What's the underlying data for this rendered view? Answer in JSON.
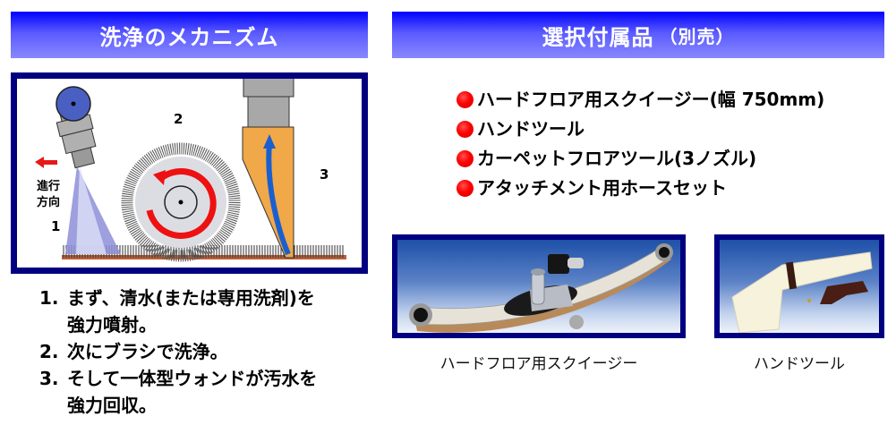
{
  "left_section": {
    "title": "洗浄のメカニズム",
    "diagram": {
      "labels": {
        "step1": "1",
        "step2": "2",
        "step3": "3",
        "direction_line1": "進行",
        "direction_line2": "方向"
      }
    },
    "steps": [
      {
        "num": "1.",
        "line1": "まず、清水(または専用洗剤)を",
        "line2": "強力噴射。"
      },
      {
        "num": "2.",
        "line1": "次にブラシで洗浄。",
        "line2": ""
      },
      {
        "num": "3.",
        "line1": "そして一体型ウォンドが汚水を",
        "line2": "強力回収。"
      }
    ]
  },
  "right_section": {
    "title": "選択付属品",
    "title_suffix": "（別売）",
    "items": [
      {
        "label": "ハードフロア用スクイージー(幅 750mm)"
      },
      {
        "label": "ハンドツール"
      },
      {
        "label": "カーペットフロアツール(3ノズル)"
      },
      {
        "label": "アタッチメント用ホースセット"
      }
    ],
    "photos": [
      {
        "caption": "ハードフロア用スクイージー"
      },
      {
        "caption": "ハンドツール"
      }
    ]
  },
  "colors": {
    "header_top": "#0000ff",
    "header_bottom": "#8888ff",
    "frame": "#000080",
    "bullet": "#ff0000",
    "brush_arrow": "#ee1111",
    "suction_arrow": "#1a5fd0",
    "wand": "#f0a848"
  }
}
